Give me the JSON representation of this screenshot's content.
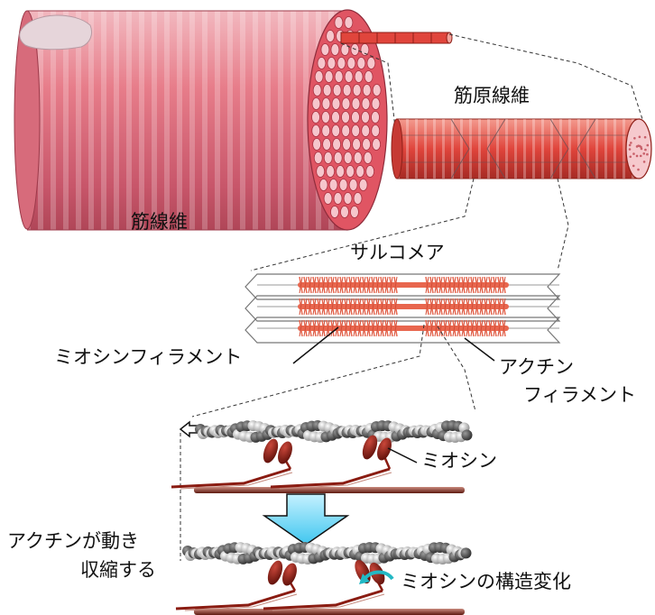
{
  "labels": {
    "muscle_fiber": "筋線維",
    "myofibril": "筋原線維",
    "sarcomere": "サルコメア",
    "myosin_filament": "ミオシンフィラメント",
    "actin_filament_line1": "アクチン",
    "actin_filament_line2": "フィラメント",
    "myosin": "ミオシン",
    "actin_moves_line1": "アクチンが動き",
    "actin_moves_line2": "収縮する",
    "myosin_structural_change": "ミオシンの構造変化"
  },
  "colors": {
    "muscle_pink": "#e77d8a",
    "muscle_dark": "#c2485a",
    "myofibril_red": "#e0453c",
    "myosin_orange": "#e8664e",
    "myosin_head_brown": "#8a1c12",
    "actin_gray": "#888888",
    "arrow_cyan": "#5fd3f2",
    "curved_arrow_teal": "#22b8c4"
  }
}
